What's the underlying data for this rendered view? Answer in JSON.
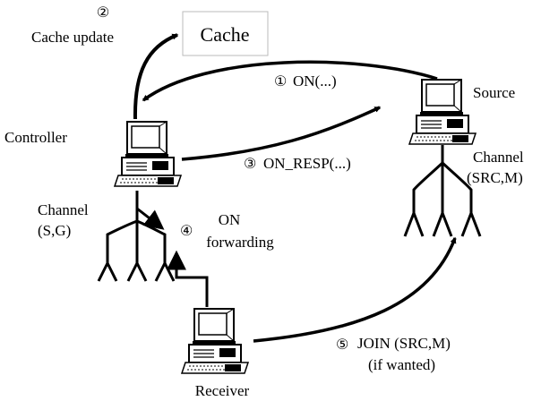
{
  "cache": {
    "label": "Cache"
  },
  "nodes": {
    "controller": "Controller",
    "source": "Source",
    "receiver": "Receiver"
  },
  "channels": {
    "sg": {
      "line1": "Channel",
      "line2": "(S,G)"
    },
    "src_m": {
      "line1": "Channel",
      "line2": "(SRC,M)"
    }
  },
  "steps": {
    "s1": {
      "num": "①",
      "text": "ON(...)"
    },
    "s2": {
      "num": "②",
      "text": "Cache update"
    },
    "s3": {
      "num": "③",
      "text": "ON_RESP(...)"
    },
    "s4": {
      "num": "④",
      "line1": "ON",
      "line2": "forwarding"
    },
    "s5": {
      "num": "⑤",
      "line1": "JOIN (SRC,M)",
      "line2": "(if wanted)"
    }
  },
  "icons": [
    "computer-icon"
  ]
}
